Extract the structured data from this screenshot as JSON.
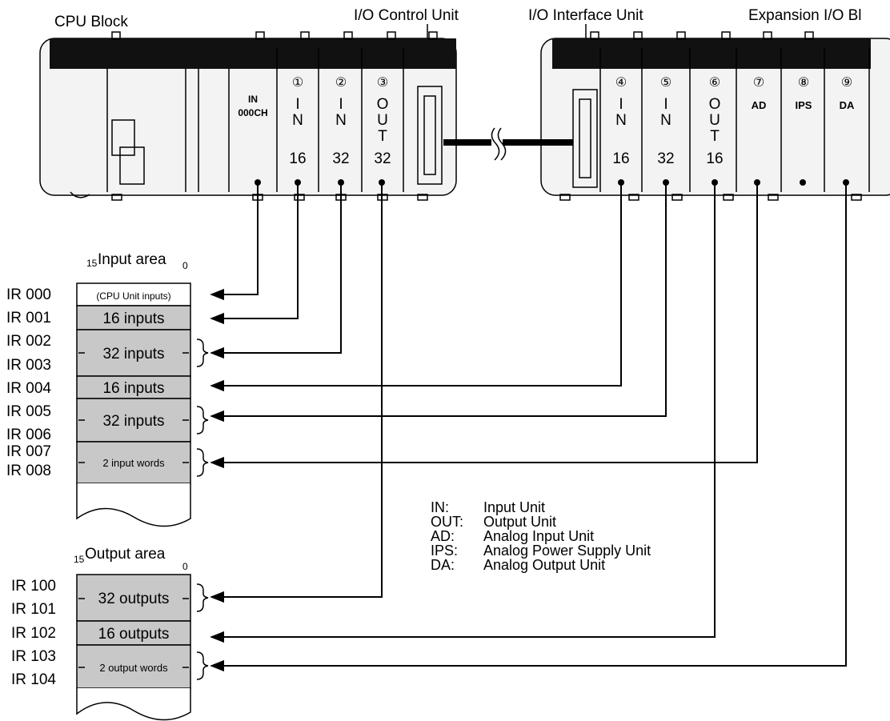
{
  "titles": {
    "cpu_block": "CPU Block",
    "io_control_unit": "I/O Control Unit",
    "io_interface_unit": "I/O Interface Unit",
    "expansion_block": "Expansion I/O Bl"
  },
  "cpu_input_unit": {
    "line1": "IN",
    "line2": "000CH"
  },
  "slots": [
    {
      "num": "①",
      "type": [
        "I",
        "N"
      ],
      "points": "16"
    },
    {
      "num": "②",
      "type": [
        "I",
        "N"
      ],
      "points": "32"
    },
    {
      "num": "③",
      "type": [
        "O",
        "U",
        "T"
      ],
      "points": "32"
    },
    {
      "num": "④",
      "type": [
        "I",
        "N"
      ],
      "points": "16"
    },
    {
      "num": "⑤",
      "type": [
        "I",
        "N"
      ],
      "points": "32"
    },
    {
      "num": "⑥",
      "type": [
        "O",
        "U",
        "T"
      ],
      "points": "16"
    },
    {
      "num": "⑦",
      "type": [
        "AD"
      ],
      "points": ""
    },
    {
      "num": "⑧",
      "type": [
        "IPS"
      ],
      "points": ""
    },
    {
      "num": "⑨",
      "type": [
        "DA"
      ],
      "points": ""
    }
  ],
  "input_area": {
    "title": "Input area",
    "bit_high": "15",
    "bit_low": "0",
    "words": [
      "IR 000",
      "IR 001",
      "IR 002",
      "IR 003",
      "IR 004",
      "IR 005",
      "IR 006",
      "IR 007",
      "IR 008"
    ],
    "cells": [
      "(CPU Unit inputs)",
      "16 inputs",
      "32 inputs",
      "16 inputs",
      "32 inputs",
      "2 input words"
    ]
  },
  "output_area": {
    "title": "Output area",
    "bit_high": "15",
    "bit_low": "0",
    "words": [
      "IR 100",
      "IR 101",
      "IR 102",
      "IR 103",
      "IR 104"
    ],
    "cells": [
      "32 outputs",
      "16 outputs",
      "2 output words"
    ]
  },
  "legend": [
    {
      "abbr": "IN:",
      "desc": "Input Unit"
    },
    {
      "abbr": "OUT:",
      "desc": "Output Unit"
    },
    {
      "abbr": "AD:",
      "desc": "Analog Input Unit"
    },
    {
      "abbr": "IPS:",
      "desc": "Analog Power Supply Unit"
    },
    {
      "abbr": "DA:",
      "desc": "Analog Output Unit"
    }
  ]
}
